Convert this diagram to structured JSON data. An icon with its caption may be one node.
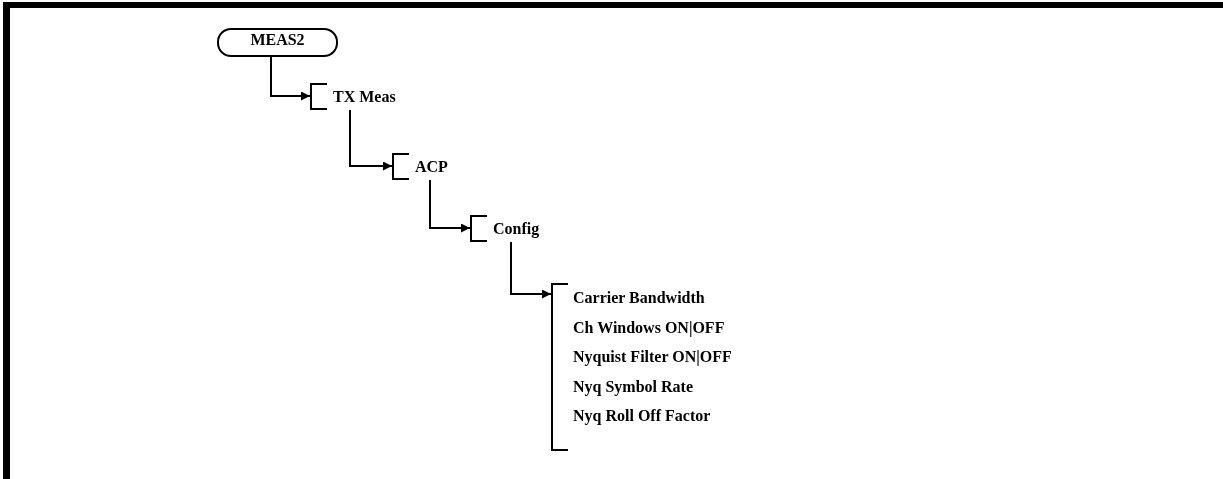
{
  "diagram": {
    "nodes": [
      {
        "text": [
          "MEAS2"
        ]
      },
      {
        "text": [
          "TX Meas"
        ]
      },
      {
        "text": [
          "ACP"
        ]
      },
      {
        "text": [
          "Config"
        ]
      },
      {
        "text": [
          "Carrier Bandwidth",
          "Ch Windows ON|OFF",
          "Nyquist Filter ON|OFF",
          "Nyq Symbol Rate",
          "Nyq Roll Off Factor"
        ]
      }
    ],
    "edges": [
      {
        "from": 0,
        "to": 1,
        "arrow": "to"
      },
      {
        "from": 1,
        "to": 2,
        "arrow": "to"
      },
      {
        "from": 2,
        "to": 3,
        "arrow": "to"
      },
      {
        "from": 3,
        "to": 4,
        "arrow": "to"
      }
    ]
  }
}
